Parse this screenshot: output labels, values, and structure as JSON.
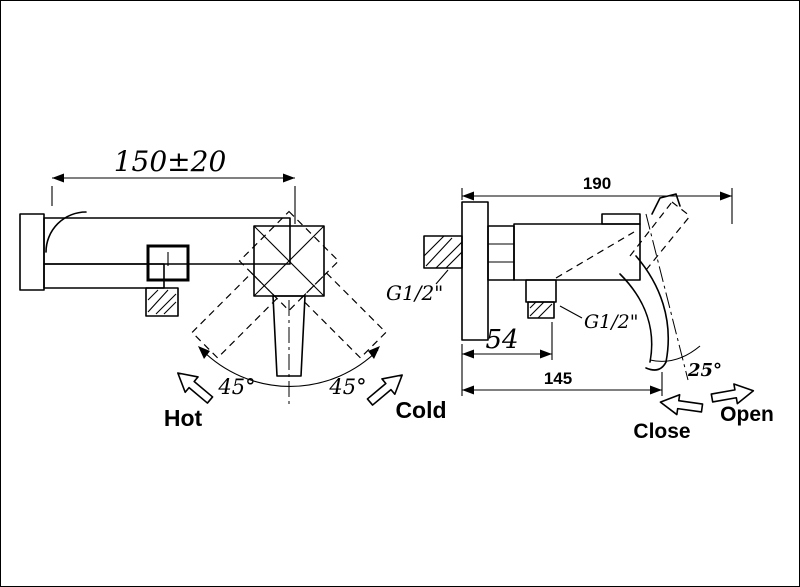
{
  "page": {
    "background": "#ffffff",
    "line_color": "#000000"
  },
  "front_view": {
    "top_dimension": "150±20",
    "angle_left_label": "45°",
    "angle_right_label": "45°",
    "hot_label": "Hot",
    "cold_label": "Cold"
  },
  "side_view": {
    "top_dimension": "190",
    "inlet_thread_label": "G1/2\"",
    "outlet_thread_label": "G1/2\"",
    "offset_dimension": "54",
    "overall_dimension": "145",
    "handle_angle_label": "25°",
    "close_label": "Close",
    "open_label": "Open"
  }
}
